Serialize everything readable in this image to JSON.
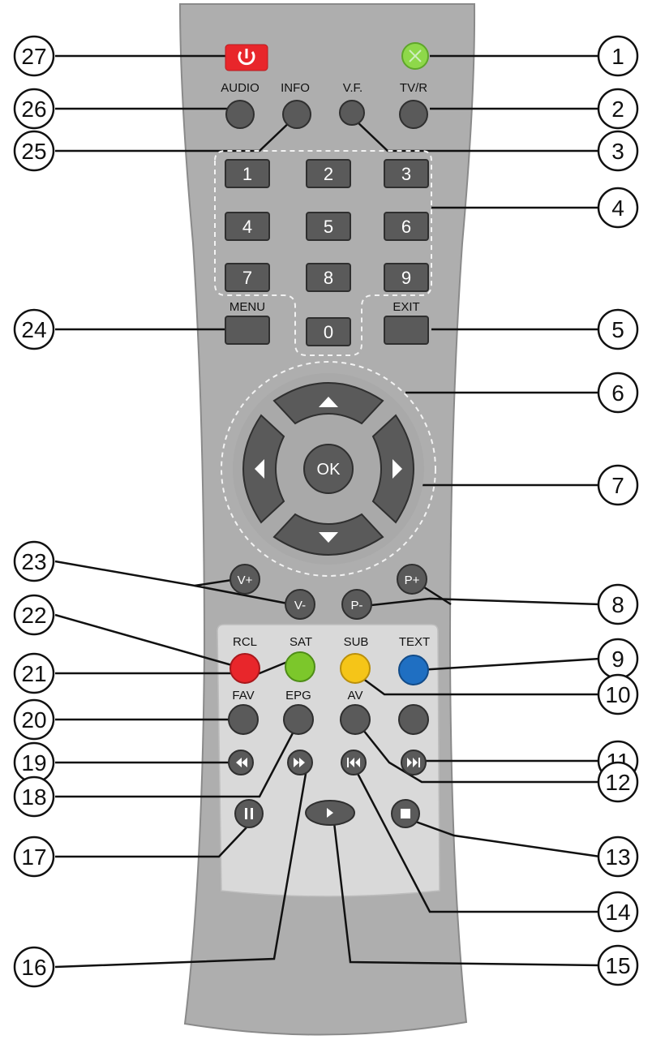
{
  "remote": {
    "body_color": "#aeaeae",
    "dark_button_color": "#5a5a5a",
    "panel_color": "#d9d9d9"
  },
  "buttons": {
    "power_icon": "power-icon",
    "led_icon": "led-icon",
    "audio": "AUDIO",
    "info": "INFO",
    "vf": "V.F.",
    "tvr": "TV/R",
    "digits": [
      "1",
      "2",
      "3",
      "4",
      "5",
      "6",
      "7",
      "8",
      "9"
    ],
    "zero": "0",
    "menu": "MENU",
    "exit": "EXIT",
    "ok": "OK",
    "vol_up": "V+",
    "vol_down": "V-",
    "prog_down": "P-",
    "prog_up": "P+",
    "rcl": "RCL",
    "sat": "SAT",
    "sub": "SUB",
    "text": "TEXT",
    "fav": "FAV",
    "epg": "EPG",
    "av": "AV",
    "colors": {
      "red": "#e8262b",
      "green": "#7cc72b",
      "yellow": "#f5c518",
      "blue": "#1f6fc2",
      "led": "#8ed84a"
    }
  },
  "callouts": [
    "1",
    "2",
    "3",
    "4",
    "5",
    "6",
    "7",
    "8",
    "9",
    "10",
    "11",
    "12",
    "13",
    "14",
    "15",
    "16",
    "17",
    "18",
    "19",
    "20",
    "21",
    "22",
    "23",
    "24",
    "25",
    "26",
    "27"
  ]
}
